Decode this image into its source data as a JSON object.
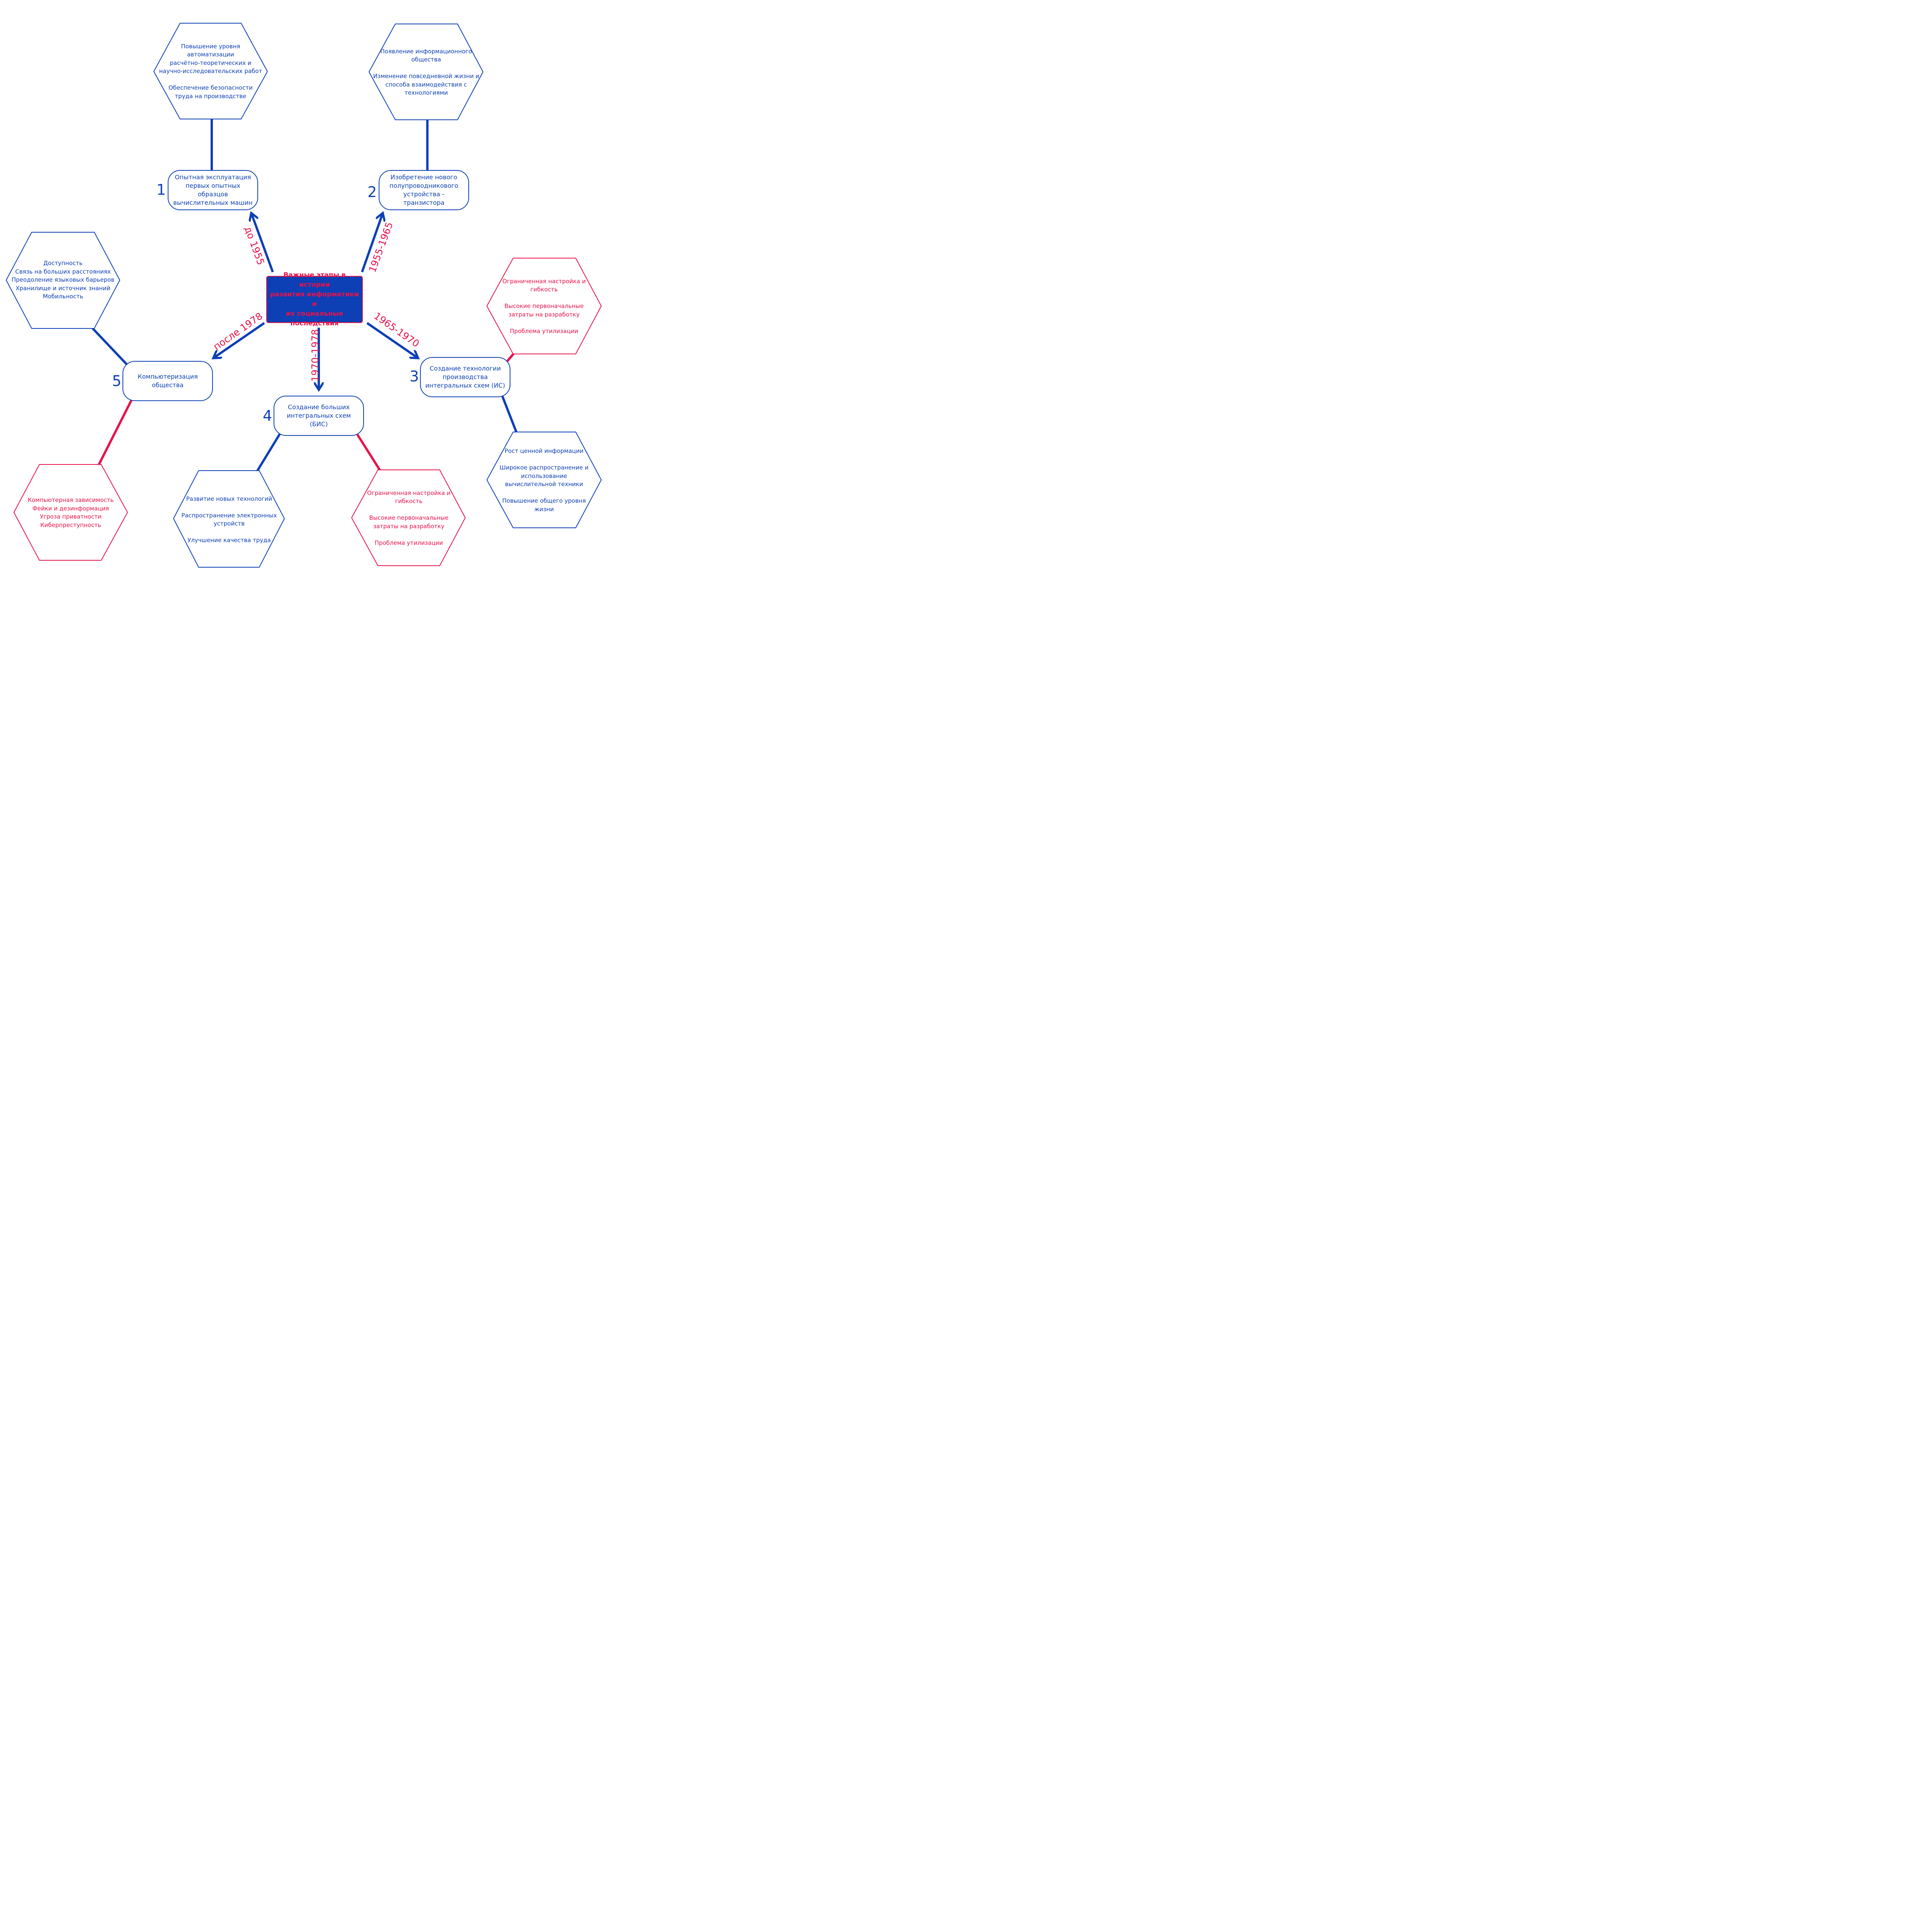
{
  "center": {
    "title": "Важные этапы в истории\nразвития информатики и\nих социальные\nпоследствия"
  },
  "colors": {
    "blue": "#0d3fb5",
    "red": "#e8124a"
  },
  "stages": [
    {
      "number": "1",
      "title": "Опытная эксплуатация\nпервых опытных образцов\nвычислительных машин",
      "period": "до 1955"
    },
    {
      "number": "2",
      "title": "Изобретение нового\nполупроводникового\nустройства - транзистора",
      "period": "1955-1965"
    },
    {
      "number": "3",
      "title": "Создание технологии\nпроизводства\nинтегральных схем (ИС)",
      "period": "1965-1970"
    },
    {
      "number": "4",
      "title": "Создание больших\nинтегральных схем\n(БИС)",
      "period": "1970-1978"
    },
    {
      "number": "5",
      "title": "Компьютеризация\nобщества",
      "period": "после 1978"
    }
  ],
  "consequences": {
    "stage1_positive": "Повышение уровня\nавтоматизации\nрасчётно-теоретических и\nнаучно-исследовательских работ\n\nОбеспечение безопасности\nтруда на производстве",
    "stage2_positive": "Появление информационного\nобщества\n\nИзменение повседневной жизни и\nспособа взаимодействия с\nтехнологиями",
    "stage3_negative": "Ограниченная настройка и\nгибкость\n\nВысокие первоначальные\nзатраты на разработку\n\nПроблема утилизации",
    "stage3_positive": "Рост ценной информации\n\nШирокое распространение и\nиспользование\nвычислительной техники\n\nПовышение общего уровня\nжизни",
    "stage4_positive": "Развитие новых технологий\n\nРаспространение электронных\nустройств\n\nУлучшение качества труда",
    "stage4_negative": "Ограниченная настройка и\nгибкость\n\nВысокие первоначальные\nзатраты на разработку\n\nПроблема утилизации",
    "stage5_positive": "Доступность\nСвязь на больших расстояниях\nПреодоление языковых барьеров\nХранилище и источник знаний\nМобильность",
    "stage5_negative": "Компьютерная зависимость\nФейки и дезинформация\nУгроза приватности\nКиберпреступность"
  }
}
